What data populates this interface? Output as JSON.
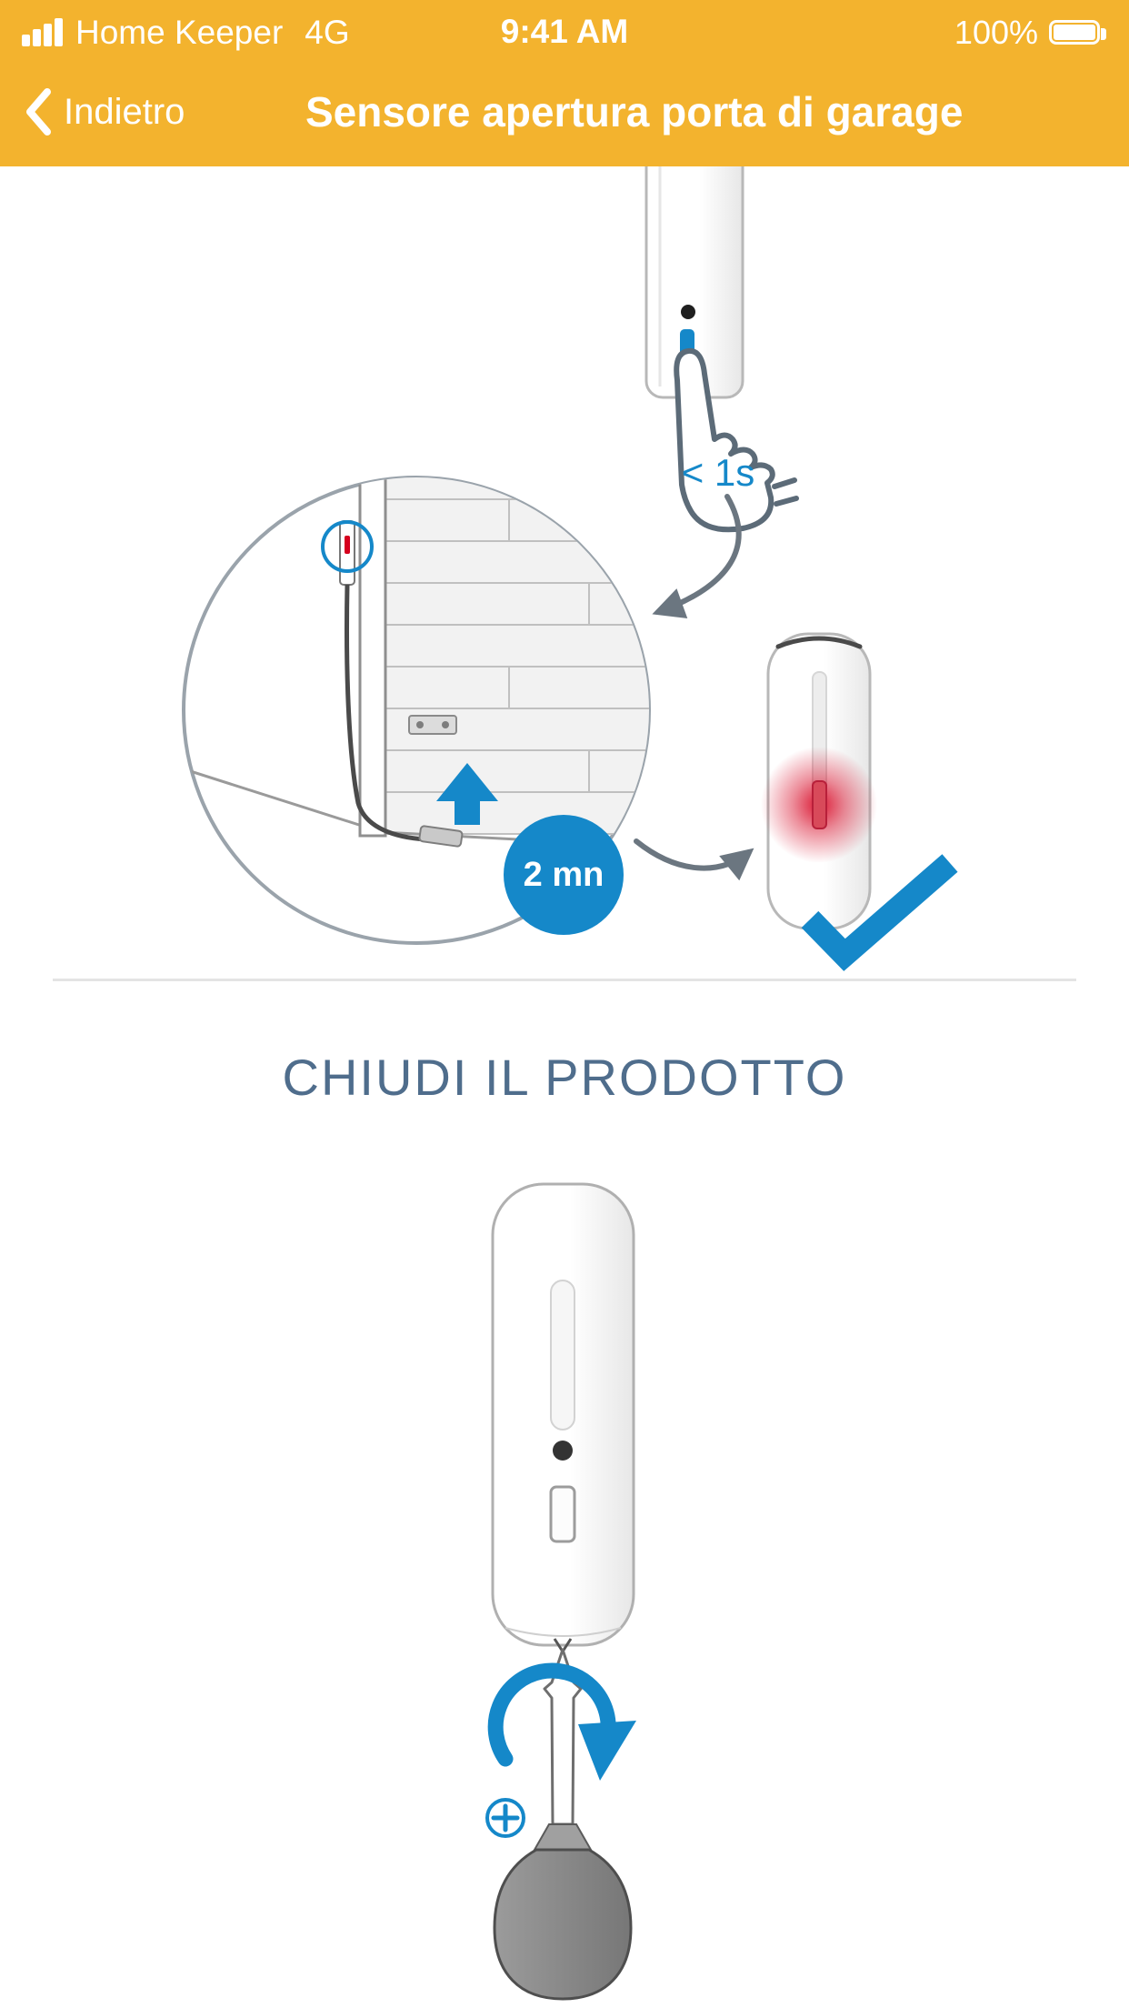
{
  "status_bar": {
    "carrier": "Home Keeper",
    "network": "4G",
    "time": "9:41 AM",
    "battery_level": "100%"
  },
  "nav_bar": {
    "back_label": "Indietro",
    "title": "Sensore apertura porta di garage"
  },
  "tutorial": {
    "press_duration_label": "< 1s",
    "wait_badge_label": "2 mn",
    "close_section_title": "CHIUDI IL PRODOTTO"
  },
  "colors": {
    "header_background": "#F3B32E",
    "accent_blue": "#1588C9",
    "heading_text": "#4F6D8C",
    "led_red": "#D6001E"
  },
  "icons": {
    "back": "chevron-left",
    "signal": "cellular-signal-bars",
    "battery": "battery-full",
    "press": "pointing-hand",
    "confirm": "checkmark",
    "screw": "screwdriver-rotation"
  }
}
